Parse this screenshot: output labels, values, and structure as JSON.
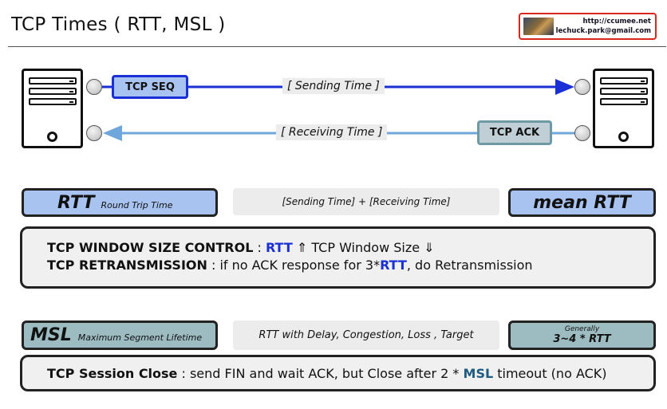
{
  "title": "TCP Times ( RTT, MSL )",
  "badge": {
    "url": "http://ccumee.net",
    "email": "lechuck.park@gmail.com"
  },
  "flow": {
    "seq_label": "TCP SEQ",
    "ack_label": "TCP ACK",
    "sending_label": "[ Sending Time ]",
    "receiving_label": "[ Receiving Time ]"
  },
  "rtt": {
    "abbr": "RTT",
    "full": "Round Trip Time",
    "formula": "[Sending Time] + [Receiving Time]",
    "mean": "mean RTT"
  },
  "panel1": {
    "l1_key": "TCP WINDOW SIZE CONTROL",
    "l1_sep": " : ",
    "l1_rtt": "RTT",
    "l1_arrow_up": " ⇑ ",
    "l1_rest": " TCP Window Size ⇓",
    "l2_key": "TCP RETRANSMISSION",
    "l2_mid": " : if no ACK response for 3*",
    "l2_rtt": "RTT",
    "l2_rest": ", do Retransmission"
  },
  "msl": {
    "abbr": "MSL",
    "full": "Maximum Segment Lifetime",
    "factors": "RTT with Delay, Congestion, Loss , Target",
    "generally": "Generally",
    "value": "3~4 * RTT"
  },
  "panel2": {
    "key": "TCP Session Close",
    "mid": " :  send FIN and wait ACK, but Close after 2 * ",
    "msl": "MSL",
    "rest": " timeout (no ACK)"
  },
  "colors": {
    "seq_line": "#1a2fd6",
    "ack_line": "#6fa7dc",
    "rtt_fill": "#a9c3f0",
    "msl_fill": "#9dbcc2",
    "badge_border": "#d8281e"
  }
}
